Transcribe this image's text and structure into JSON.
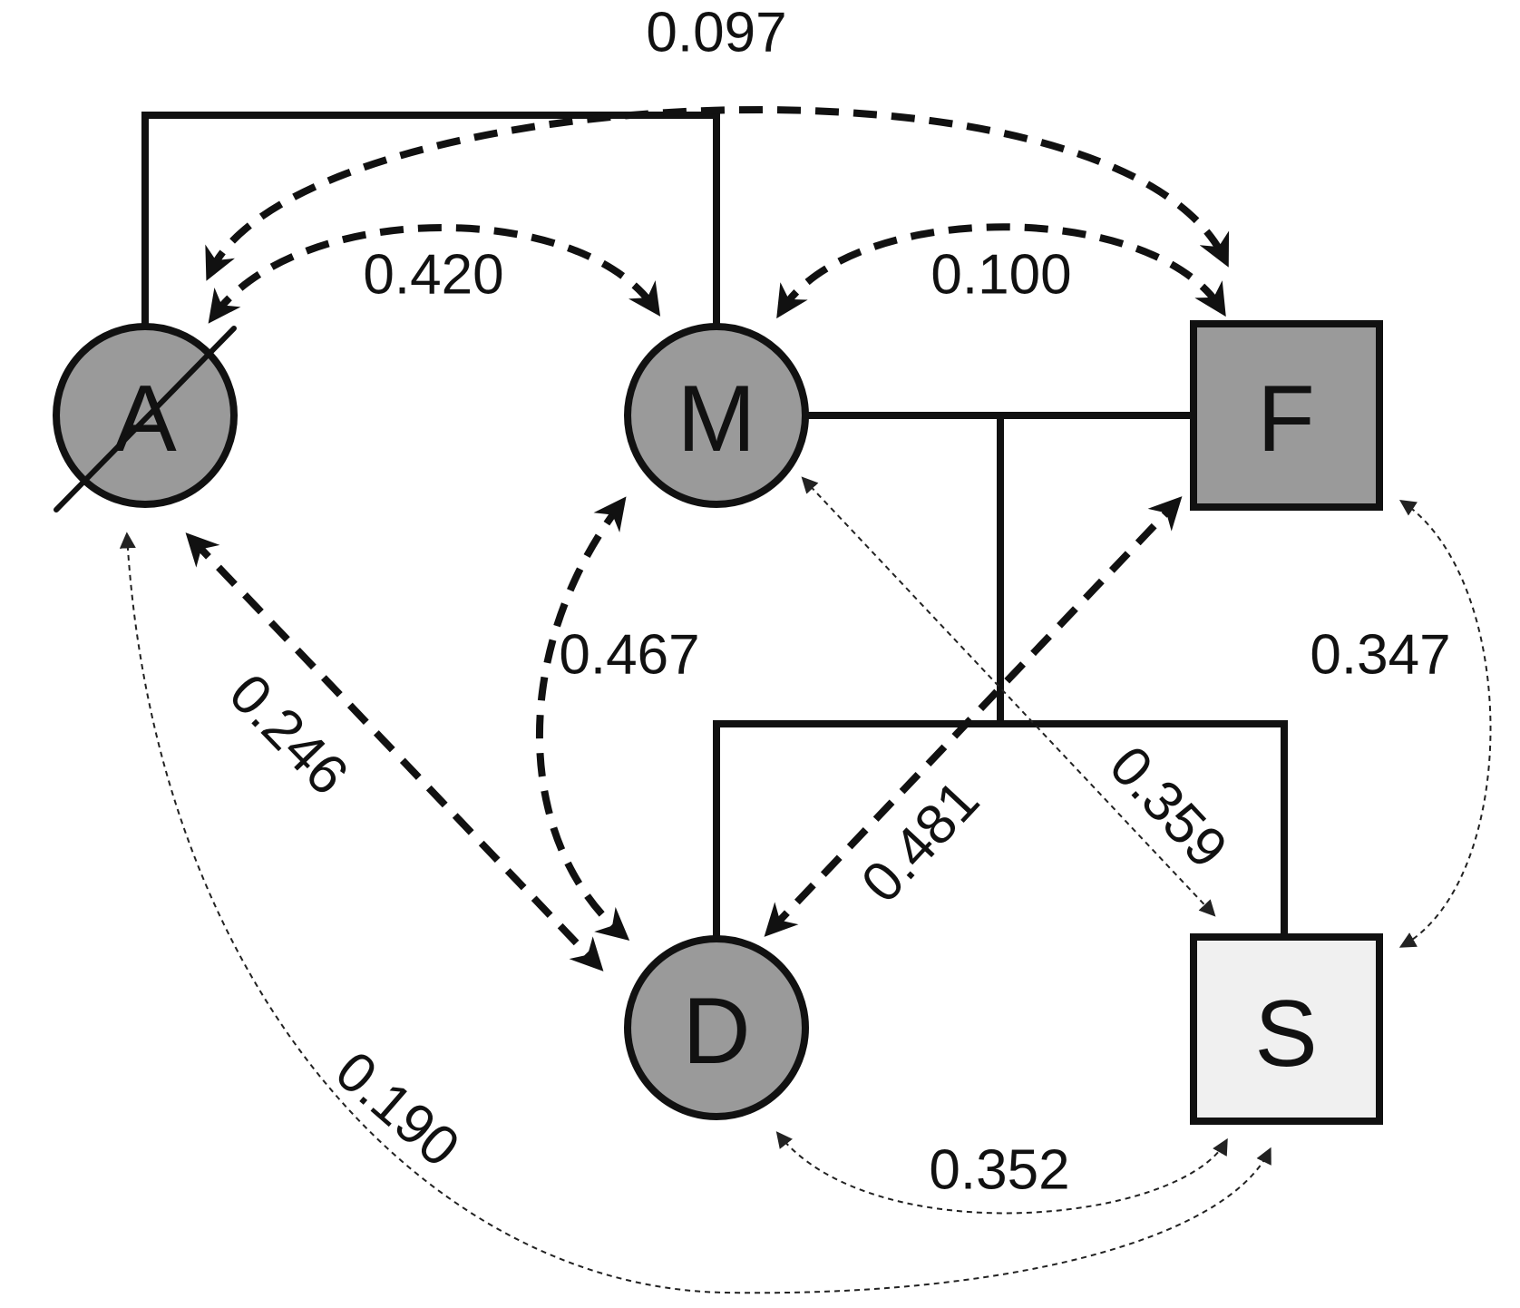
{
  "colors": {
    "affected_fill": "#9a9a9a",
    "unaffected_fill": "#f0f0f0",
    "line": "#111111",
    "background": "#ffffff"
  },
  "nodes": {
    "A": {
      "label": "A",
      "shape": "circle",
      "affected": true,
      "deceased": true
    },
    "M": {
      "label": "M",
      "shape": "circle",
      "affected": true,
      "deceased": false
    },
    "F": {
      "label": "F",
      "shape": "square",
      "affected": true,
      "deceased": false
    },
    "D": {
      "label": "D",
      "shape": "circle",
      "affected": true,
      "deceased": false
    },
    "S": {
      "label": "S",
      "shape": "square",
      "affected": false,
      "deceased": false
    }
  },
  "correlations": {
    "A_F": "0.097",
    "A_M": "0.420",
    "M_F": "0.100",
    "A_D": "0.246",
    "M_D": "0.467",
    "D_F": "0.481",
    "M_S": "0.359",
    "F_S": "0.347",
    "D_S": "0.352",
    "A_S": "0.190"
  }
}
